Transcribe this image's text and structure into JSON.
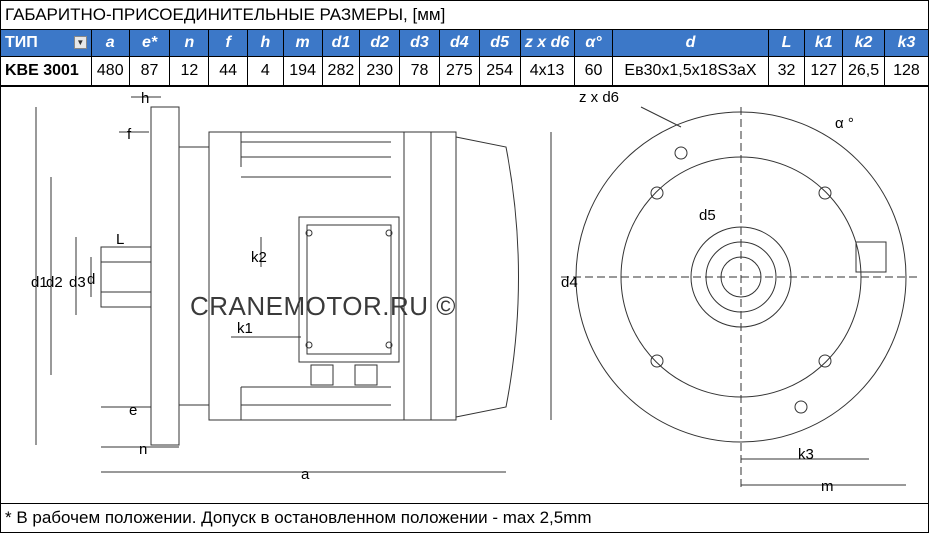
{
  "title": "ГАБАРИТНО-ПРИСОЕДИНИТЕЛЬНЫЕ РАЗМЕРЫ, [мм]",
  "table": {
    "headers": [
      "ТИП",
      "a",
      "e*",
      "n",
      "f",
      "h",
      "m",
      "d1",
      "d2",
      "d3",
      "d4",
      "d5",
      "z x d6",
      "α°",
      "d",
      "L",
      "k1",
      "k2",
      "k3"
    ],
    "row": [
      "KBE 3001",
      "480",
      "87",
      "12",
      "44",
      "4",
      "194",
      "282",
      "230",
      "78",
      "275",
      "254",
      "4x13",
      "60",
      "Eв30x1,5x18S3aX",
      "32",
      "127",
      "26,5",
      "128"
    ],
    "filter_icon": "filter-dropdown-icon"
  },
  "drawing": {
    "watermark": "CRANEMOTOR.RU ©",
    "labels": {
      "h": "h",
      "f": "f",
      "L": "L",
      "d": "d",
      "d1": "d1",
      "d2": "d2",
      "d3": "d3",
      "d4": "d4",
      "d5": "d5",
      "k1": "k1",
      "k2": "k2",
      "k3": "k3",
      "e": "e",
      "n": "n",
      "a": "a",
      "m": "m",
      "zd6": "z x d6",
      "alpha": "α °"
    }
  },
  "note": "* В рабочем положении. Допуск в остановленном положении - max 2,5mm",
  "colors": {
    "header_bg": "#3c78c8",
    "header_text": "#ffffff",
    "line": "#333333"
  }
}
